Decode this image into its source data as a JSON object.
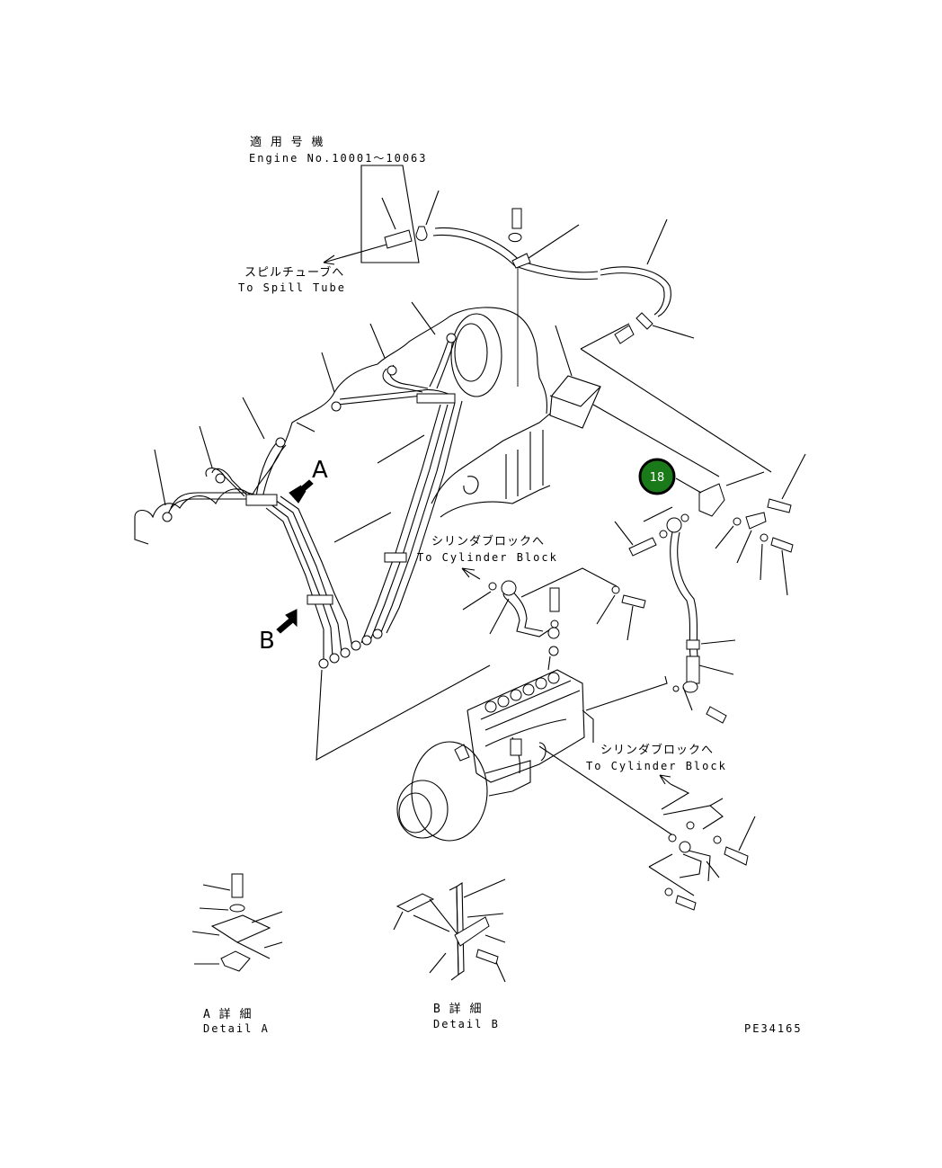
{
  "labels": {
    "applicable_serial_jp": "適 用 号 機",
    "engine_no": "Engine No.10001～10063",
    "spill_tube_jp": "スピルチューブへ",
    "spill_tube_en": "To Spill Tube",
    "cyl_block_jp_1": "シリンダブロックへ",
    "cyl_block_en_1": "To Cylinder Block",
    "cyl_block_jp_2": "シリンダブロックへ",
    "cyl_block_en_2": "To Cylinder Block",
    "view_a": "A",
    "view_b": "B",
    "detail_a_jp": "A 詳 細",
    "detail_a_en": "Detail A",
    "detail_b_jp": "B 詳 細",
    "detail_b_en": "Detail B",
    "drawing_no": "PE34165"
  },
  "callout": {
    "number": "18",
    "color": "#1a7a1a"
  }
}
